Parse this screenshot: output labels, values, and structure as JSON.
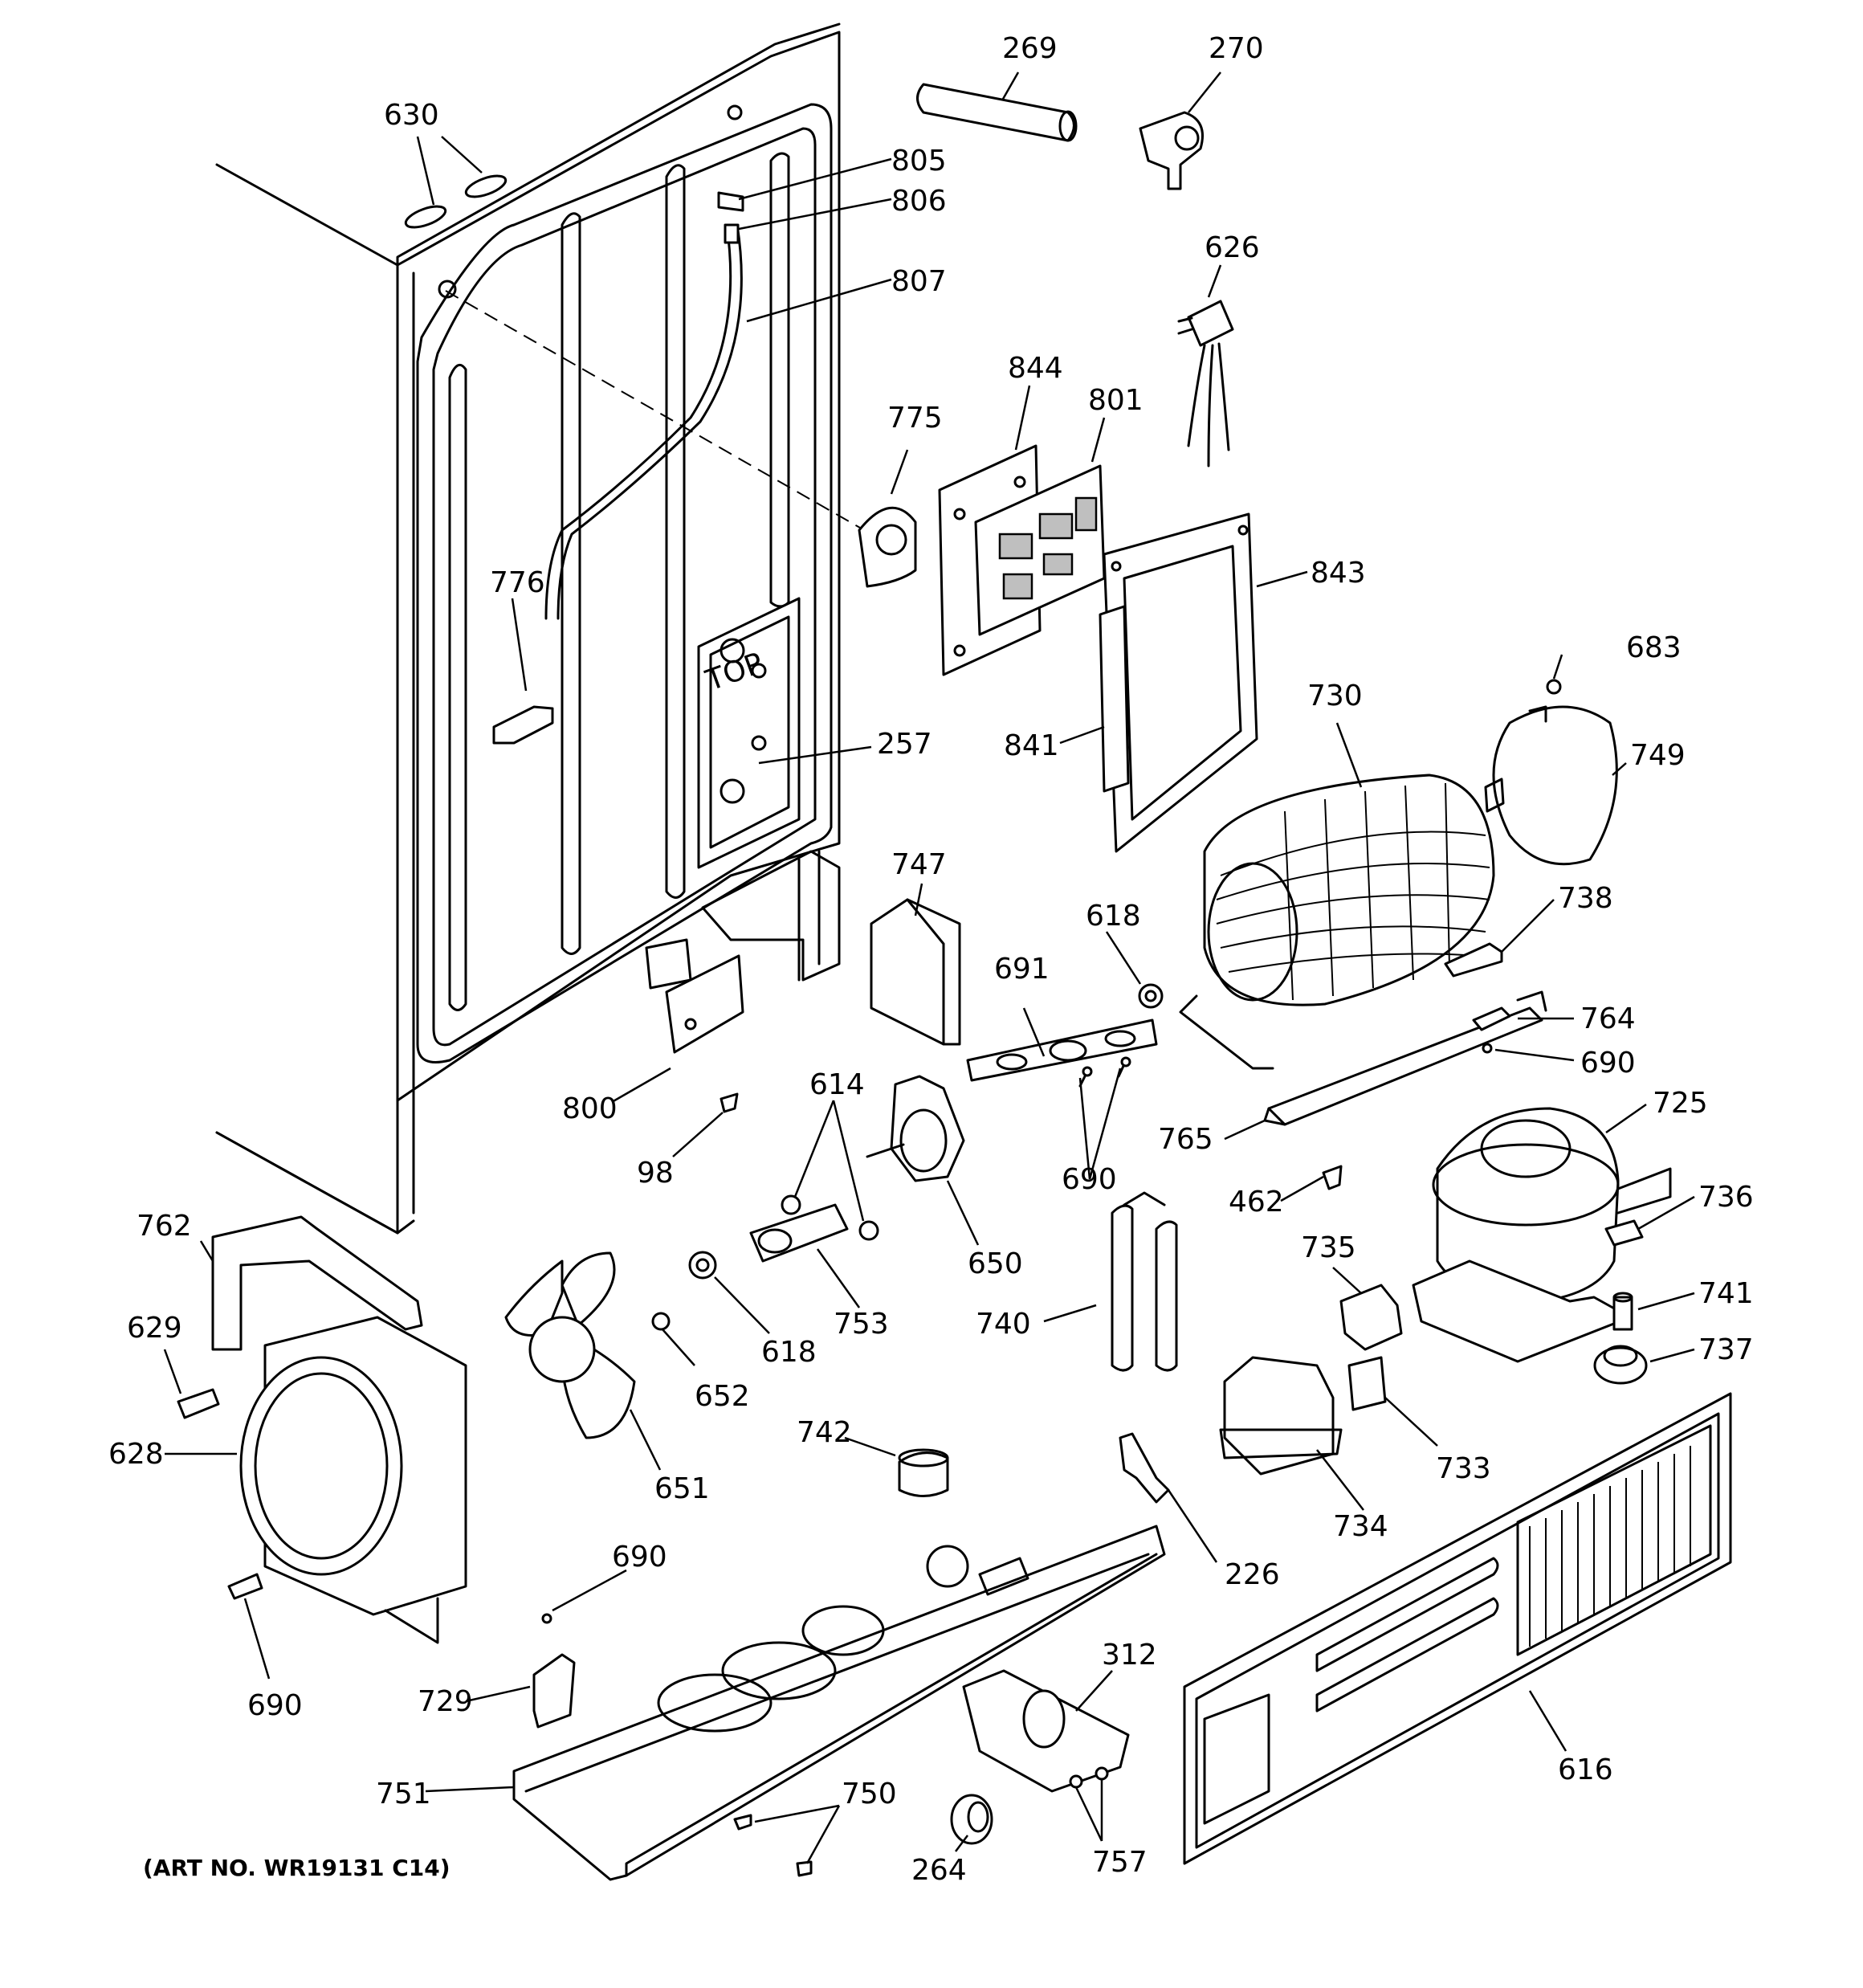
{
  "art_number": "(ART NO. WR19131 C14)",
  "panel_marking": "TOP",
  "callouts": [
    {
      "id": "c269",
      "text": "269"
    },
    {
      "id": "c270",
      "text": "270"
    },
    {
      "id": "c630",
      "text": "630"
    },
    {
      "id": "c805",
      "text": "805"
    },
    {
      "id": "c806",
      "text": "806"
    },
    {
      "id": "c807",
      "text": "807"
    },
    {
      "id": "c626",
      "text": "626"
    },
    {
      "id": "c844",
      "text": "844"
    },
    {
      "id": "c801",
      "text": "801"
    },
    {
      "id": "c775",
      "text": "775"
    },
    {
      "id": "c776",
      "text": "776"
    },
    {
      "id": "c843",
      "text": "843"
    },
    {
      "id": "c683",
      "text": "683"
    },
    {
      "id": "c730",
      "text": "730"
    },
    {
      "id": "c257",
      "text": "257"
    },
    {
      "id": "c841",
      "text": "841"
    },
    {
      "id": "c749",
      "text": "749"
    },
    {
      "id": "c747",
      "text": "747"
    },
    {
      "id": "c618a",
      "text": "618"
    },
    {
      "id": "c738",
      "text": "738"
    },
    {
      "id": "c691",
      "text": "691"
    },
    {
      "id": "c764",
      "text": "764"
    },
    {
      "id": "c690a",
      "text": "690"
    },
    {
      "id": "c614",
      "text": "614"
    },
    {
      "id": "c800",
      "text": "800"
    },
    {
      "id": "c725",
      "text": "725"
    },
    {
      "id": "c765",
      "text": "765"
    },
    {
      "id": "c98",
      "text": "98"
    },
    {
      "id": "c690b",
      "text": "690"
    },
    {
      "id": "c462",
      "text": "462"
    },
    {
      "id": "c736",
      "text": "736"
    },
    {
      "id": "c762",
      "text": "762"
    },
    {
      "id": "c650",
      "text": "650"
    },
    {
      "id": "c735",
      "text": "735"
    },
    {
      "id": "c629",
      "text": "629"
    },
    {
      "id": "c753",
      "text": "753"
    },
    {
      "id": "c740",
      "text": "740"
    },
    {
      "id": "c741",
      "text": "741"
    },
    {
      "id": "c618b",
      "text": "618"
    },
    {
      "id": "c737",
      "text": "737"
    },
    {
      "id": "c652",
      "text": "652"
    },
    {
      "id": "c628",
      "text": "628"
    },
    {
      "id": "c742",
      "text": "742"
    },
    {
      "id": "c733",
      "text": "733"
    },
    {
      "id": "c651",
      "text": "651"
    },
    {
      "id": "c734",
      "text": "734"
    },
    {
      "id": "c690c",
      "text": "690"
    },
    {
      "id": "c226",
      "text": "226"
    },
    {
      "id": "c690d",
      "text": "690"
    },
    {
      "id": "c312",
      "text": "312"
    },
    {
      "id": "c729",
      "text": "729"
    },
    {
      "id": "c616",
      "text": "616"
    },
    {
      "id": "c750",
      "text": "750"
    },
    {
      "id": "c751",
      "text": "751"
    },
    {
      "id": "c264",
      "text": "264"
    },
    {
      "id": "c757",
      "text": "757"
    }
  ]
}
